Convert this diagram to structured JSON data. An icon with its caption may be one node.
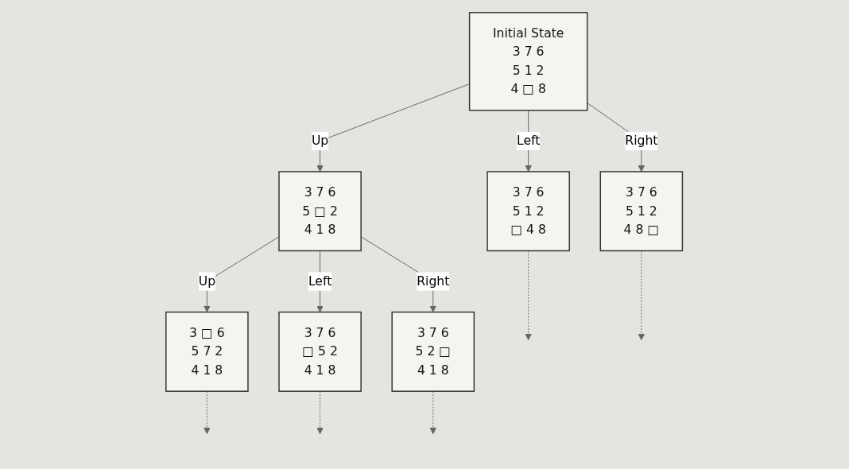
{
  "diagram": {
    "nodes": [
      {
        "text": [
          "Initial State",
          "3 7 6",
          "5 1 2",
          "4 □ 8"
        ]
      },
      {
        "text": [
          "3 7 6",
          "5 □ 2",
          "4 1 8"
        ]
      },
      {
        "text": [
          "3 7 6",
          "5 1 2",
          "□ 4 8"
        ]
      },
      {
        "text": [
          "3 7 6",
          "5 1 2",
          "4 8 □"
        ]
      },
      {
        "text": [
          "3 □ 6",
          "5 7 2",
          "4 1 8"
        ]
      },
      {
        "text": [
          "3 7 6",
          "□ 5 2",
          "4 1 8"
        ]
      },
      {
        "text": [
          "3 7 6",
          "5 2 □",
          "4 1 8"
        ]
      }
    ],
    "edges": [
      {
        "from": 0,
        "to": 1,
        "arrow": "to",
        "label": "Up"
      },
      {
        "from": 0,
        "to": 2,
        "arrow": "to",
        "label": "Left"
      },
      {
        "from": 0,
        "to": 3,
        "arrow": "to",
        "label": "Right"
      },
      {
        "from": 1,
        "to": 4,
        "arrow": "to",
        "label": "Up"
      },
      {
        "from": 1,
        "to": 5,
        "arrow": "to",
        "label": "Left"
      },
      {
        "from": 1,
        "to": 6,
        "arrow": "to",
        "label": "Right"
      },
      {
        "from": 2,
        "to": null,
        "arrow": "to",
        "style": "dashed"
      },
      {
        "from": 3,
        "to": null,
        "arrow": "to",
        "style": "dashed"
      },
      {
        "from": 4,
        "to": null,
        "arrow": "to",
        "style": "dashed"
      },
      {
        "from": 5,
        "to": null,
        "arrow": "to",
        "style": "dashed"
      },
      {
        "from": 6,
        "to": null,
        "arrow": "to",
        "style": "dashed"
      }
    ]
  }
}
